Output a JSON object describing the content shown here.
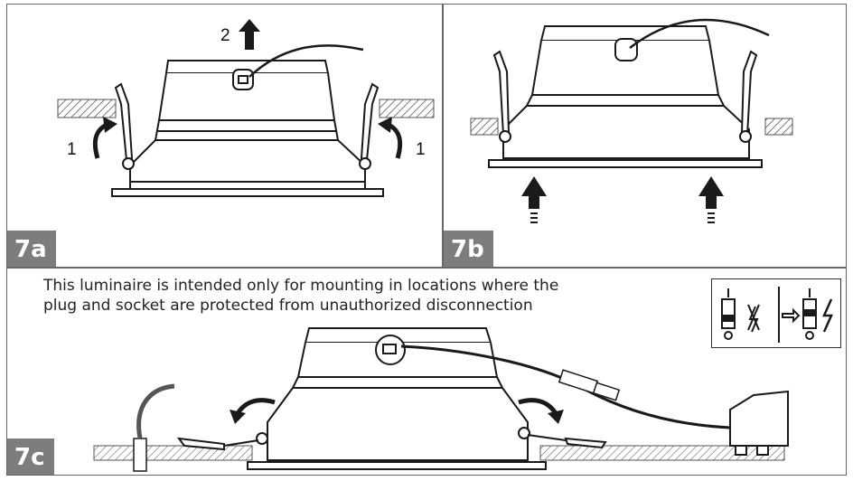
{
  "panels": {
    "a": {
      "label": "7a",
      "step_lift": "2",
      "step_left": "1",
      "step_right": "1"
    },
    "b": {
      "label": "7b"
    },
    "c": {
      "label": "7c",
      "note_line1": "This luminaire is intended only for mounting in locations where the",
      "note_line2": "plug and socket are protected from unauthorized disconnection"
    }
  },
  "icons": {
    "hatch": "ceiling-hatch",
    "arrow": "push-arrow",
    "warning": "no-disconnect-under-load-icon"
  },
  "colors": {
    "line": "#1a1a1a",
    "badge": "#7d7d7d",
    "hatch": "#555555"
  }
}
